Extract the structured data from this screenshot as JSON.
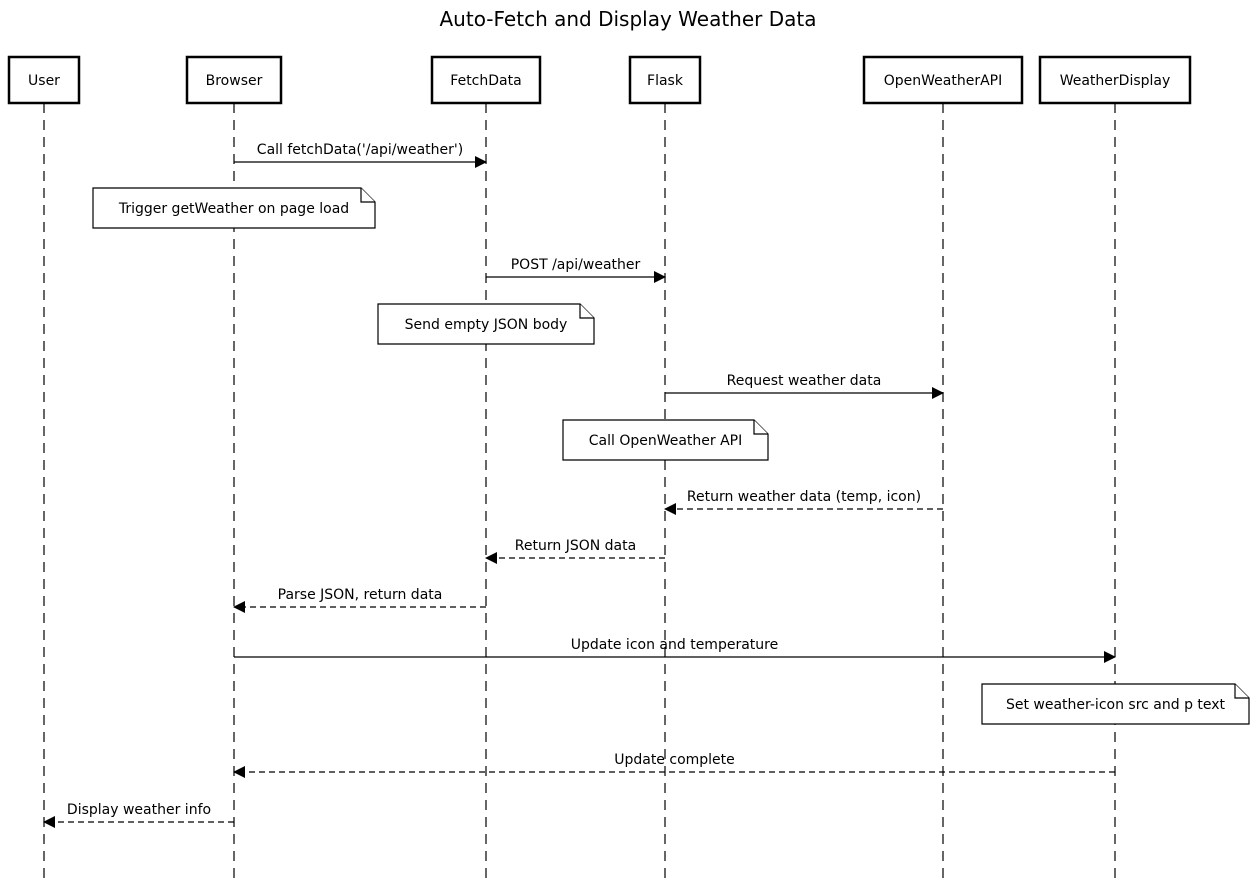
{
  "title": "Auto-Fetch and Display Weather Data",
  "participants": [
    {
      "id": "user",
      "label": "User"
    },
    {
      "id": "browser",
      "label": "Browser"
    },
    {
      "id": "fetchdata",
      "label": "FetchData"
    },
    {
      "id": "flask",
      "label": "Flask"
    },
    {
      "id": "openweatherapi",
      "label": "OpenWeatherAPI"
    },
    {
      "id": "weatherdisplay",
      "label": "WeatherDisplay"
    }
  ],
  "steps": [
    {
      "kind": "message",
      "from": "browser",
      "to": "fetchdata",
      "label": "Call fetchData('/api/weather')",
      "style": "solid"
    },
    {
      "kind": "note",
      "over": "browser",
      "label": "Trigger getWeather on page load"
    },
    {
      "kind": "message",
      "from": "fetchdata",
      "to": "flask",
      "label": "POST /api/weather",
      "style": "solid"
    },
    {
      "kind": "note",
      "over": "fetchdata",
      "label": "Send empty JSON body"
    },
    {
      "kind": "message",
      "from": "flask",
      "to": "openweatherapi",
      "label": "Request weather data",
      "style": "solid"
    },
    {
      "kind": "note",
      "over": "flask",
      "label": "Call OpenWeather API"
    },
    {
      "kind": "message",
      "from": "openweatherapi",
      "to": "flask",
      "label": "Return weather data (temp, icon)",
      "style": "dashed"
    },
    {
      "kind": "message",
      "from": "flask",
      "to": "fetchdata",
      "label": "Return JSON data",
      "style": "dashed"
    },
    {
      "kind": "message",
      "from": "fetchdata",
      "to": "browser",
      "label": "Parse JSON, return data",
      "style": "dashed"
    },
    {
      "kind": "message",
      "from": "browser",
      "to": "weatherdisplay",
      "label": "Update icon and temperature",
      "style": "solid"
    },
    {
      "kind": "note",
      "over": "weatherdisplay",
      "label": "Set weather-icon src and p text"
    },
    {
      "kind": "message",
      "from": "weatherdisplay",
      "to": "browser",
      "label": "Update complete",
      "style": "dashed"
    },
    {
      "kind": "message",
      "from": "browser",
      "to": "user",
      "label": "Display weather info",
      "style": "dashed"
    }
  ]
}
